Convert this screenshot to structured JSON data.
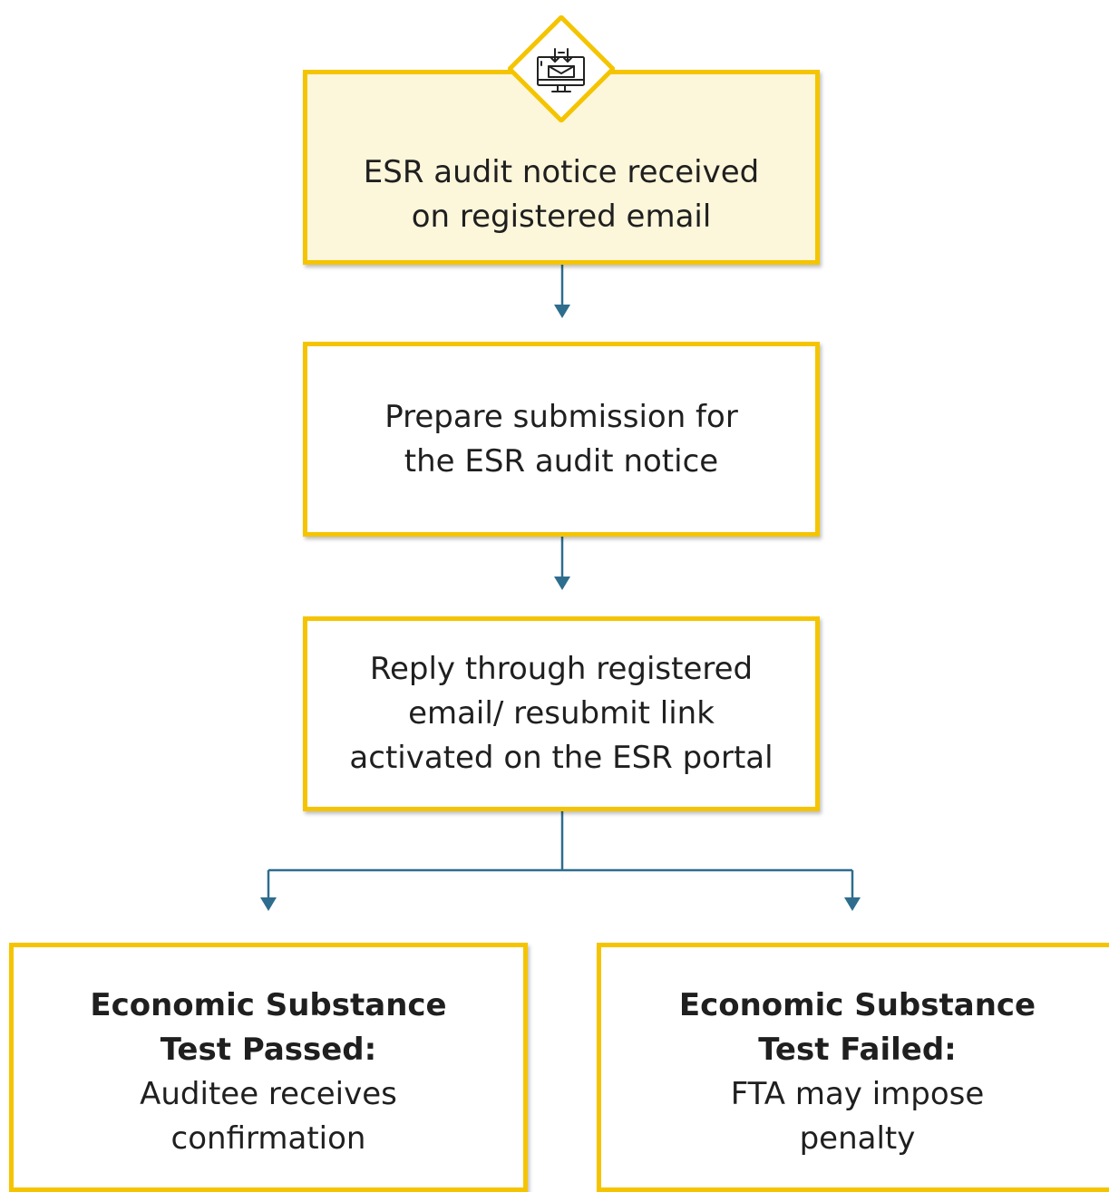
{
  "steps": [
    {
      "lines": [
        "ESR audit notice received",
        "on registered email"
      ]
    },
    {
      "lines": [
        "Prepare submission for",
        "the ESR audit notice"
      ]
    },
    {
      "lines": [
        "Reply through registered",
        "email/ resubmit link",
        "activated on the ESR portal"
      ]
    }
  ],
  "outcomes": [
    {
      "heading": [
        "Economic Substance",
        "Test Passed:"
      ],
      "lines": [
        "Auditee receives",
        "confirmation"
      ]
    },
    {
      "heading": [
        "Economic Substance",
        "Test Failed:"
      ],
      "lines": [
        "FTA may impose",
        "penalty"
      ]
    }
  ],
  "icon": "email-download-monitor-icon",
  "colors": {
    "border": "#f5c400",
    "first_fill": "#fcf6da",
    "arrow": "#2e6d8e",
    "text": "#1f1f1f"
  }
}
